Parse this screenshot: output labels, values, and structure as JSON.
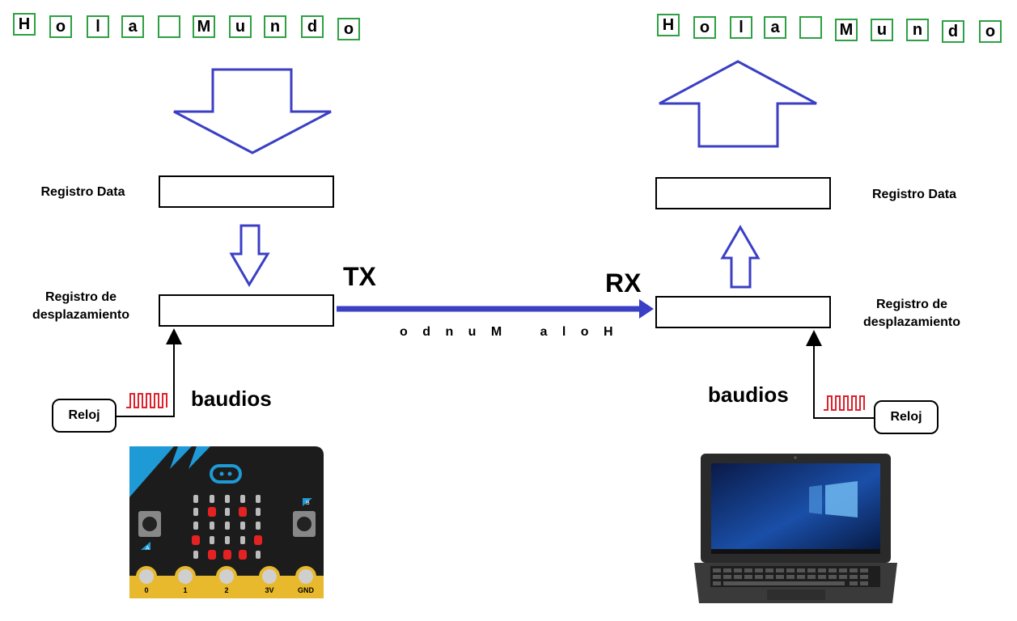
{
  "left": {
    "word_chars": [
      "H",
      "o",
      "l",
      "a",
      "",
      "M",
      "u",
      "n",
      "d",
      "o"
    ],
    "registro_data": "Registro  Data",
    "registro_desp_1": "Registro de",
    "registro_desp_2": "desplazamiento",
    "baudios": "baudios",
    "reloj": "Reloj",
    "tx": "TX"
  },
  "right": {
    "word_chars": [
      "H",
      "o",
      "l",
      "a",
      "",
      "M",
      "u",
      "n",
      "d",
      "o"
    ],
    "registro_data": "Registro  Data",
    "registro_desp_1": "Registro de",
    "registro_desp_2": "desplazamiento",
    "baudios": "baudios",
    "reloj": "Reloj",
    "rx": "RX"
  },
  "message": "o d n u M   a l o H",
  "microbit": {
    "pins": [
      "0",
      "1",
      "2",
      "3V",
      "GND"
    ],
    "button_a": "A",
    "button_b": "B"
  },
  "colors": {
    "box_border": "#2ea043",
    "arrow": "#3b3fc4",
    "clock_wave": "#e0202a"
  }
}
